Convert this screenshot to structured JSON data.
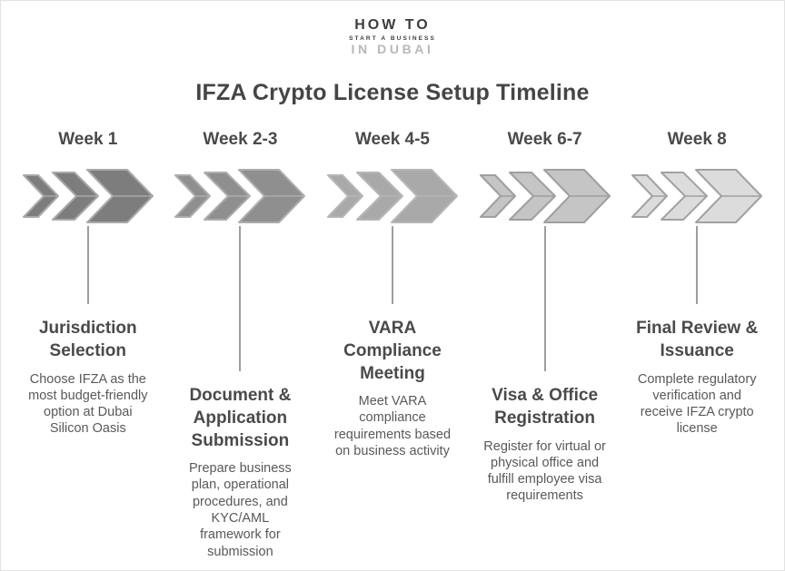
{
  "logo": {
    "line1": "HOW TO",
    "line2": "START A BUSINESS",
    "line3": "IN DUBAI"
  },
  "title": "IFZA Crypto License Setup Timeline",
  "colors": {
    "heading_text": "#454545",
    "body_text": "#595959",
    "connector_line": "#9e9e9e",
    "logo_gray": "#b8b8b8"
  },
  "stages": [
    {
      "week": "Week 1",
      "title": "Jurisdiction\nSelection",
      "description": "Choose IFZA as the\nmost budget-friendly\noption at Dubai\nSilicon Oasis",
      "chevron_fill": "#7d7d7d",
      "chevron_stroke": "#a9a9a9"
    },
    {
      "week": "Week 2-3",
      "title": "Document &\nApplication\nSubmission",
      "description": "Prepare business\nplan, operational\nprocedures, and\nKYC/AML\nframework for\nsubmission",
      "chevron_fill": "#8f8f8f",
      "chevron_stroke": "#adadad"
    },
    {
      "week": "Week 4-5",
      "title": "VARA\nCompliance\nMeeting",
      "description": "Meet VARA\ncompliance\nrequirements based\non business activity",
      "chevron_fill": "#a9a9a9",
      "chevron_stroke": "#b6b6b6"
    },
    {
      "week": "Week 6-7",
      "title": "Visa & Office\nRegistration",
      "description": "Register for virtual or\nphysical office and\nfulfill employee visa\nrequirements",
      "chevron_fill": "#c5c5c5",
      "chevron_stroke": "#9f9f9f"
    },
    {
      "week": "Week 8",
      "title": "Final Review &\nIssuance",
      "description": "Complete regulatory\nverification and\nreceive IFZA crypto\nlicense",
      "chevron_fill": "#dcdcdc",
      "chevron_stroke": "#a2a2a2"
    }
  ]
}
